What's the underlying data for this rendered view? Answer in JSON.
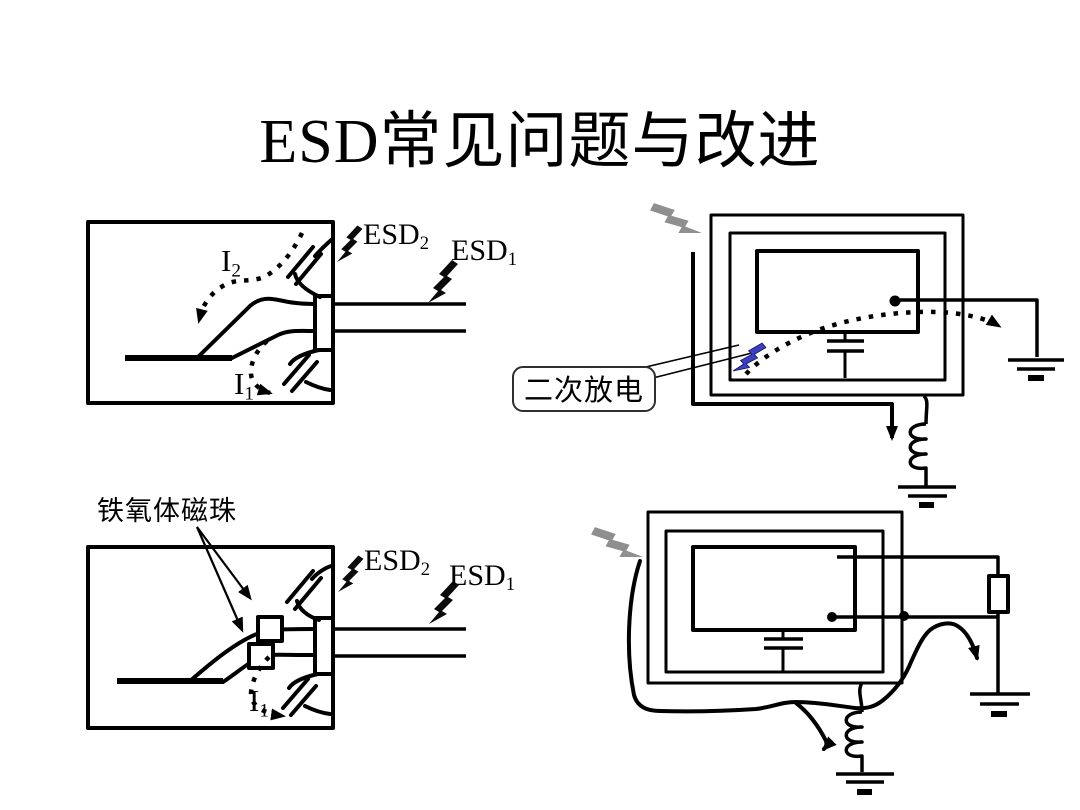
{
  "slide": {
    "title": "ESD常见问题与改进",
    "background": "#ffffff"
  },
  "colors": {
    "line": "#000000",
    "enclosure_fill": "#b3b3b3",
    "lightning_gray": "#8f8f8f",
    "lightning_blue": "#3a3fc2",
    "lightning_black": "#0a0a0a"
  },
  "top_left": {
    "i2": {
      "base": "I",
      "sub": "2"
    },
    "i1": {
      "base": "I",
      "sub": "1"
    },
    "esd2": {
      "base": "ESD",
      "sub": "2"
    },
    "esd1": {
      "base": "ESD",
      "sub": "1"
    }
  },
  "top_right": {
    "callout": "二次放电"
  },
  "bottom_left": {
    "ferrite_label": "铁氧体磁珠",
    "esd2": {
      "base": "ESD",
      "sub": "2"
    },
    "esd1": {
      "base": "ESD",
      "sub": "1"
    },
    "i1": {
      "base": "I",
      "sub": "1"
    }
  }
}
